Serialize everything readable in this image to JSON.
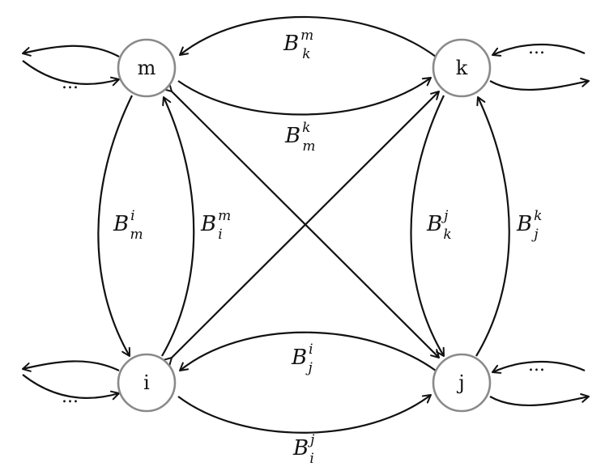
{
  "nodes": {
    "m": "m",
    "k": "k",
    "i": "i",
    "j": "j"
  },
  "external": {
    "m_left": "...",
    "k_right": "...",
    "i_left": "...",
    "j_right": "..."
  },
  "edge_labels": {
    "k_to_m": {
      "base": "B",
      "sup": "m",
      "sub": "k"
    },
    "m_to_k": {
      "base": "B",
      "sup": "k",
      "sub": "m"
    },
    "m_to_i": {
      "base": "B",
      "sup": "i",
      "sub": "m"
    },
    "i_to_m": {
      "base": "B",
      "sup": "m",
      "sub": "i"
    },
    "k_to_j": {
      "base": "B",
      "sup": "j",
      "sub": "k"
    },
    "j_to_k": {
      "base": "B",
      "sup": "k",
      "sub": "j"
    },
    "j_to_i": {
      "base": "B",
      "sup": "i",
      "sub": "j"
    },
    "i_to_j": {
      "base": "B",
      "sup": "j",
      "sub": "i"
    }
  },
  "colors": {
    "edge": "#111111",
    "node_border": "#8a8a8a",
    "background": "#ffffff"
  }
}
